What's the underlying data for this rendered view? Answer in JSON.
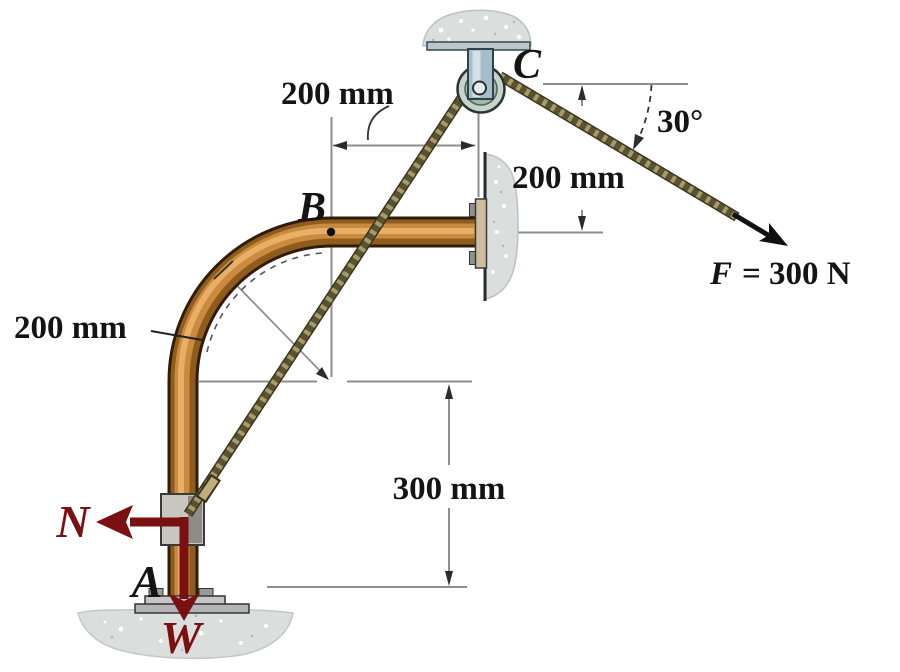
{
  "figure": {
    "type": "statics-pipe-pulley-diagram",
    "points": {
      "a": "A",
      "b": "B",
      "c": "C"
    },
    "forces": {
      "f_symbol": "F",
      "f_value": "= 300 N",
      "normal": "N",
      "weight": "W"
    },
    "angle": {
      "rope": "30°"
    },
    "dimensions": {
      "pulley_offset": "200 mm",
      "wall_drop": "200 mm",
      "bend_radius": "200 mm",
      "post_height": "300 mm"
    },
    "colors": {
      "pipe_dark": "#2f1d0a",
      "pipe_copper": "#8f5c1e",
      "pipe_light": "#c98b3f",
      "pipe_highlight": "#ecb26a",
      "force_red": "#7b1012",
      "rope_outline": "#3a3420",
      "rope_dark": "#5a5230",
      "rope_light": "#a69c6a",
      "concrete": "#dadedd",
      "steel": "#a4becb",
      "dim_gray": "#8e8e8e"
    }
  }
}
